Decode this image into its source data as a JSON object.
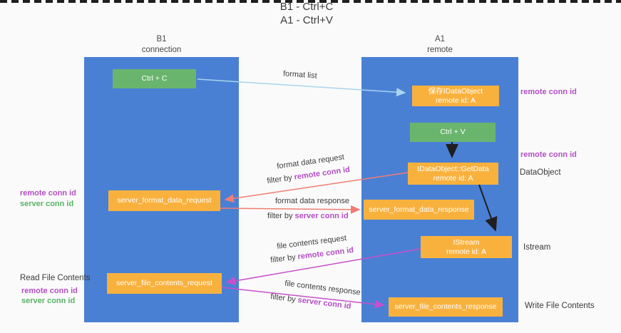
{
  "title": {
    "line1": "B1 - Ctrl+C",
    "line2": "A1 - Ctrl+V"
  },
  "columns": {
    "left": {
      "header_line1": "B1",
      "header_line2": "connection"
    },
    "right": {
      "header_line1": "A1",
      "header_line2": "remote"
    }
  },
  "boxes": {
    "ctrl_c": "Ctrl + C",
    "ctrl_v": "Ctrl + V",
    "save_idataobject": {
      "line1": "保存IDataObject",
      "line2": "remote id: A"
    },
    "getdata": {
      "line1": "IDataObject::GetData",
      "line2": "remote id: A"
    },
    "istream": {
      "line1": "IStream",
      "line2": "remote id: A"
    },
    "format_request": "server_format_data_request",
    "format_response": "server_format_data_response",
    "file_request": "server_file_contents_request",
    "file_response": "server_file_contents_response"
  },
  "side_labels": {
    "remote_conn_id": "remote conn id",
    "server_conn_id": "server conn id",
    "dataobject": "DataObject",
    "istream": "Istream",
    "read_file": "Read File Contents",
    "write_file": "Write File Contents"
  },
  "arrow_labels": {
    "format_list": "format list",
    "format_data_request": "format data request",
    "format_data_response": "format data response",
    "file_contents_request": "file contents request",
    "file_contents_response": "file contents response",
    "filter_by": "filter by ",
    "remote_conn_id": "remote conn id",
    "server_conn_id": "server conn id"
  },
  "colors": {
    "column_blue": "#4a80d4",
    "box_green": "#6ab56e",
    "box_orange": "#f9b13e",
    "arrow_light_blue": "#a8d4f0",
    "arrow_salmon": "#f07d72",
    "arrow_magenta": "#ca4fca",
    "label_purple": "#b44ec4",
    "label_green": "#56b366",
    "dashed_line": "#1f1f1f"
  }
}
